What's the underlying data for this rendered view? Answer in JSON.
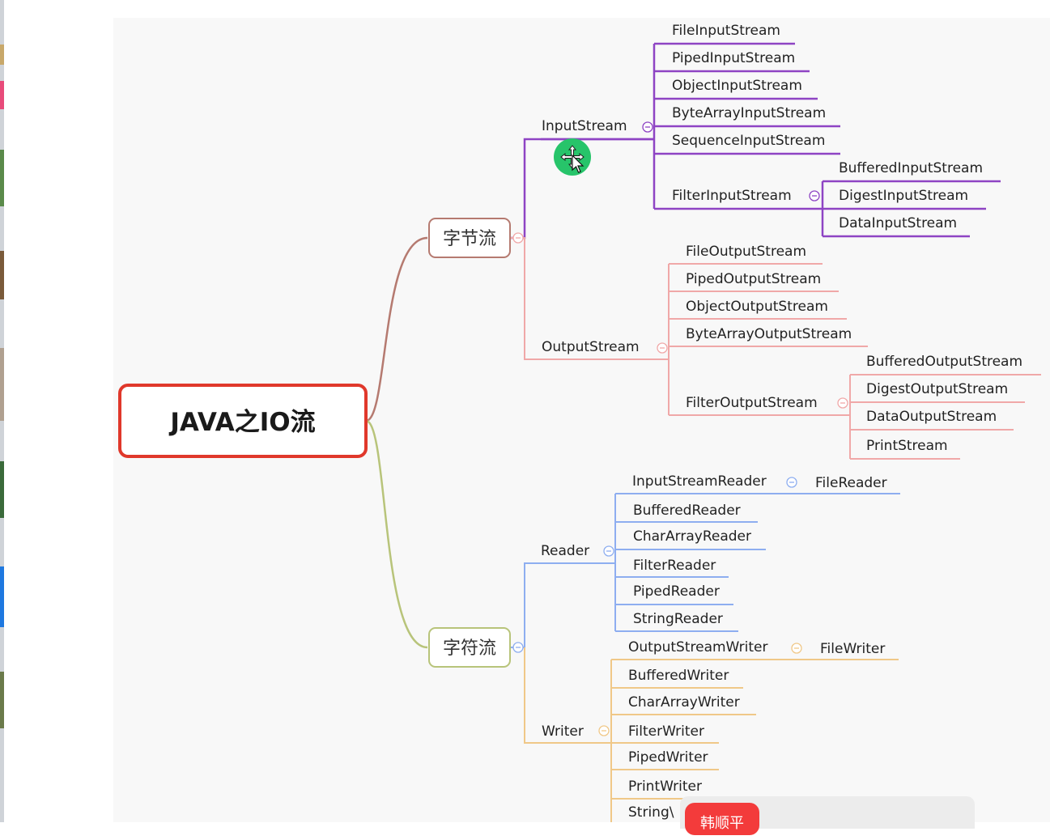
{
  "root": {
    "title": "JAVA之IO流"
  },
  "byte_stream": {
    "label": "字节流",
    "input": {
      "label": "InputStream",
      "children": [
        "FileInputStream",
        "PipedInputStream",
        "ObjectInputStream",
        "ByteArrayInputStream",
        "SequenceInputStream"
      ],
      "filter": {
        "label": "FilterInputStream",
        "children": [
          "BufferedInputStream",
          "DigestInputStream",
          "DataInputStream"
        ]
      }
    },
    "output": {
      "label": "OutputStream",
      "children": [
        "FileOutputStream",
        "PipedOutputStream",
        "ObjectOutputStream",
        "ByteArrayOutputStream"
      ],
      "filter": {
        "label": "FilterOutputStream",
        "children": [
          "BufferedOutputStream",
          "DigestOutputStream",
          "DataOutputStream",
          "PrintStream"
        ]
      }
    }
  },
  "char_stream": {
    "label": "字符流",
    "reader": {
      "label": "Reader",
      "bridge": {
        "label": "InputStreamReader",
        "child": "FileReader"
      },
      "children": [
        "BufferedReader",
        "CharArrayReader",
        "FilterReader",
        "PipedReader",
        "StringReader"
      ]
    },
    "writer": {
      "label": "Writer",
      "bridge": {
        "label": "OutputStreamWriter",
        "child": "FileWriter"
      },
      "children": [
        "BufferedWriter",
        "CharArrayWriter",
        "FilterWriter",
        "PipedWriter",
        "PrintWriter",
        "String\\"
      ]
    }
  },
  "overlay": {
    "badge_text": "韩顺平"
  },
  "colors": {
    "root_border": "#e0382b",
    "input": "#8e44c4",
    "output": "#f0a8a8",
    "reader": "#8eaef0",
    "writer": "#f0c888",
    "byte_curve": "#b57a70",
    "char_curve": "#b8c47a",
    "cursor": "#27c46a",
    "badge": "#f33b3b"
  },
  "icons": {
    "collapse": "collapse-icon",
    "cursor": "move-cursor-icon"
  }
}
